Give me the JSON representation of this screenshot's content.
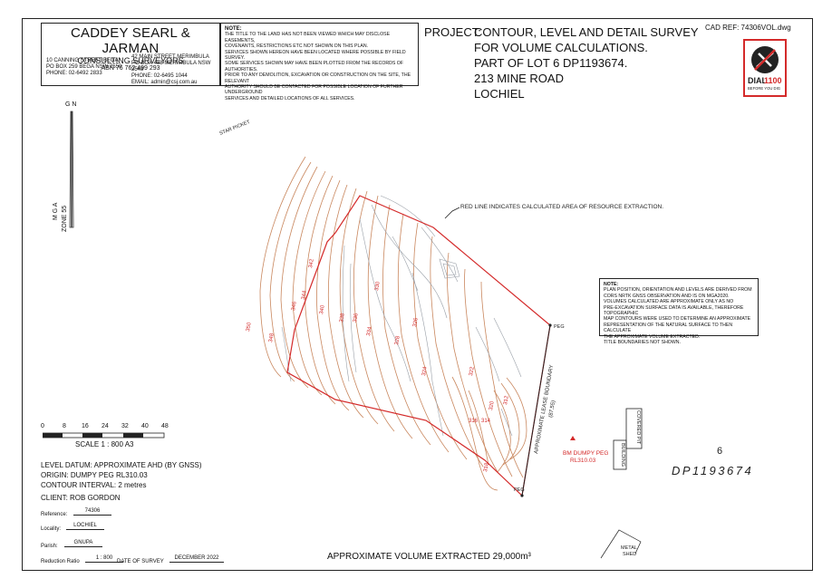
{
  "firm": {
    "name": "CADDEY SEARL & JARMAN",
    "subtitle": "CONSULTING SURVEYORS",
    "abn": "ABN  76 762 499 293",
    "office1": [
      "10 CANNING STREET BEGA",
      "PO BOX 259 BEGA NSW 2550",
      "PHONE: 02-6492 2833"
    ],
    "office2": [
      "42 MAIN STREET MERIMBULA",
      "PO BOX 488 MERIMBULA NSW 2548",
      "PHONE: 02-6495 1044",
      "EMAIL: admin@csj.com.au"
    ]
  },
  "note": {
    "heading": "NOTE:",
    "lines": [
      "THE TITLE TO THE LAND HAS NOT BEEN VIEWED WHICH MAY DISCLOSE EASEMENTS,",
      "COVENANTS, RESTRICTIONS ETC NOT SHOWN ON THIS PLAN.",
      "SERVICES SHOWN HEREON HAVE BEEN LOCATED WHERE POSSIBLE BY FIELD SURVEY.",
      "SOME SERVICES SHOWN MAY HAVE BEEN PLOTTED FROM THE RECORDS OF AUTHORITIES.",
      "PRIOR TO ANY DEMOLITION, EXCAVATION OR CONSTRUCTION ON THE SITE, THE RELEVANT",
      "AUTHORITY SHOULD BE CONTACTED FOR POSSIBLE LOCATION OF FURTHER UNDERGROUND",
      "SERVICES AND DETAILED LOCATIONS OF ALL SERVICES."
    ]
  },
  "project": {
    "label": "PROJECT:",
    "lines": [
      "CONTOUR, LEVEL AND DETAIL SURVEY",
      "FOR VOLUME CALCULATIONS.",
      "PART OF LOT 6 DP1193674.",
      "213 MINE ROAD",
      "LOCHIEL"
    ]
  },
  "cad_ref": "CAD REF: 74306VOL.dwg",
  "dial_logo": {
    "main": "DIAL",
    "number": "1100",
    "tag": "BEFORE YOU DIG"
  },
  "north": {
    "label": "G N",
    "mga": "M G A",
    "zone": "ZONE 55"
  },
  "scale": {
    "ticks": [
      "0",
      "8",
      "16",
      "24",
      "32",
      "40",
      "48"
    ],
    "label": "SCALE   1 : 800   A3"
  },
  "survey_info": {
    "datum": "LEVEL DATUM: APPROXIMATE AHD (BY GNSS)",
    "origin": "ORIGIN: DUMPY PEG RL310.03",
    "interval": "CONTOUR INTERVAL: 2 metres",
    "client": "CLIENT:  ROB GORDON",
    "reference_label": "Reference:",
    "reference_value": "74306",
    "locality_label": "Locality:",
    "locality_value": "LOCHIEL",
    "parish_label": "Parish:",
    "parish_value": "GNUPA",
    "reduction_label": "Reduction Ratio",
    "reduction_value": "1 : 800",
    "date_label": "DATE OF SURVEY",
    "date_value": "DECEMBER 2022"
  },
  "map": {
    "star_picket": "STAR PICKET",
    "red_line_note": "RED LINE INDICATES CALCULATED AREA OF RESOURCE EXTRACTION.",
    "peg_label": "PEG",
    "lease_boundary": "APPROXIMATE LEASE BOUNDARY",
    "lease_dim": "(87.55)",
    "bm_line1": "BM DUMPY PEG",
    "bm_line2": "RL310.03",
    "covered_pit": "COVERED PIT",
    "building": "BUILDING",
    "lot_number": "6",
    "dp_number": "DP1193674",
    "metal_shed": [
      "METAL",
      "SHED"
    ],
    "contour_labels": [
      "342",
      "344",
      "346",
      "340",
      "338",
      "336",
      "334",
      "330",
      "326",
      "328",
      "324",
      "322",
      "350",
      "348",
      "320",
      "316",
      "314",
      "312",
      "318"
    ]
  },
  "position_note": {
    "heading": "NOTE:",
    "lines": [
      "PLAN POSITION, ORIENTATION AND LEVELS ARE DERIVED FROM",
      "CORS NRTK GNSS OBSERVATION AND IS ON MGA2020.",
      "VOLUMES CALCULATED ARE APPROXIMATE ONLY AS NO",
      "PRE-EXCAVATION SURFACE DATA IS AVAILABLE, THEREFORE TOPOGRAPHIC",
      "MAP CONTOURS WERE USED TO DETERMINE AN APPROXIMATE",
      "REPRESENTATION OF THE NATURAL SURFACE TO THEN CALCULATE",
      "THE APPROXIMATE VOLUME EXTRACTED.",
      "TITLE BOUNDARIES NOT SHOWN."
    ]
  },
  "volume_text": "APPROXIMATE VOLUME EXTRACTED 29,000m³",
  "colors": {
    "red": "#d42a2a",
    "contour": "#c9875e",
    "minor": "#9aa0a8"
  }
}
